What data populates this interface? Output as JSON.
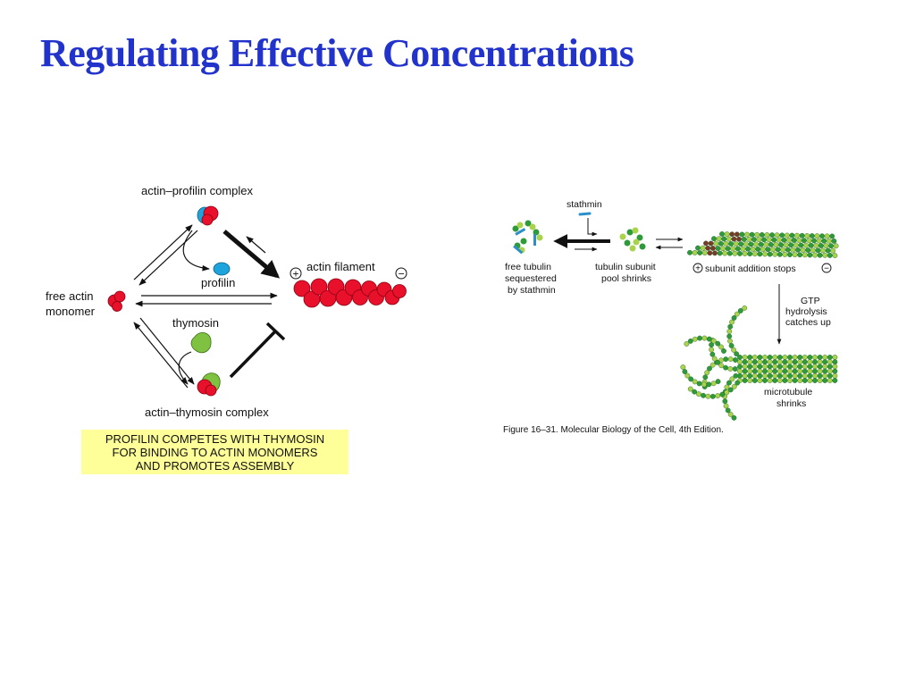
{
  "title": "Regulating Effective Concentrations",
  "left_figure": {
    "labels": {
      "actin_profilin_complex": "actin–profilin complex",
      "profilin": "profilin",
      "actin_filament": "actin filament",
      "free_actin_line1": "free actin",
      "free_actin_line2": "monomer",
      "thymosin": "thymosin",
      "actin_thymosin_complex": "actin–thymosin complex",
      "plus_sign": "+",
      "minus_sign": "−"
    },
    "caption": {
      "line1": "PROFILIN COMPETES WITH THYMOSIN",
      "line2": "FOR BINDING TO ACTIN MONOMERS",
      "line3": "AND PROMOTES ASSEMBLY"
    },
    "colors": {
      "actin": "#e8102a",
      "profilin": "#1ea4dd",
      "thymosin": "#7fc241",
      "caption_bg": "#ffff99"
    }
  },
  "right_figure": {
    "labels": {
      "stathmin": "stathmin",
      "free_tubulin_line1": "free tubulin",
      "free_tubulin_line2": "sequestered",
      "free_tubulin_line3": "by stathmin",
      "pool_line1": "tubulin subunit",
      "pool_line2": "pool shrinks",
      "addition_stops": "subunit addition stops",
      "gtp_line1": "GTP",
      "gtp_line2": "hydrolysis",
      "gtp_line3": "catches up",
      "shrink_line1": "microtubule",
      "shrink_line2": "shrinks",
      "plus_sign": "+",
      "minus_sign": "−"
    },
    "credit": "Figure 16–31. Molecular Biology of the Cell, 4th Edition.",
    "colors": {
      "tubulin_green": "#2f9a3a",
      "tubulin_light": "#a8d34a",
      "gdp_dark": "#7a3a2a",
      "stathmin": "#2b8fc9"
    }
  }
}
